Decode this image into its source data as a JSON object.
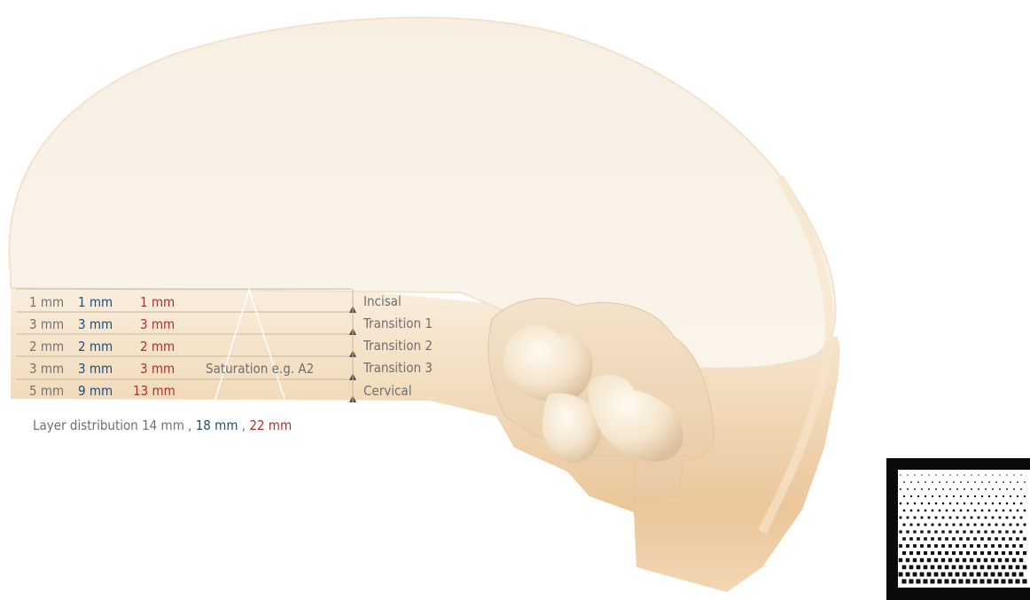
{
  "colors": {
    "disc_top": "#f8f1e6",
    "disc_side": "#ecc79b",
    "col_14": "#737373",
    "col_18": "#1e4e7c",
    "col_22": "#b0302c",
    "divider": "#cbb79c"
  },
  "layers": [
    {
      "grey": "1 mm",
      "blue": "1 mm",
      "red": "1 mm",
      "label": "Incisal"
    },
    {
      "grey": "3 mm",
      "blue": "3 mm",
      "red": "3 mm",
      "label": "Transition 1"
    },
    {
      "grey": "2 mm",
      "blue": "2 mm",
      "red": "2 mm",
      "label": "Transition 2"
    },
    {
      "grey": "3 mm",
      "blue": "3 mm",
      "red": "3 mm",
      "label": "Transition 3"
    },
    {
      "grey": "5 mm",
      "blue": "9 mm",
      "red": "13 mm",
      "label": "Cervical"
    }
  ],
  "saturation_label": "Saturation e.g. A2",
  "distribution": {
    "prefix": "Layer distribution ",
    "v1": "14 mm",
    "sep1": ", ",
    "v2": "18 mm",
    "sep2": ", ",
    "v3": "22 mm"
  },
  "icons": {
    "layer_marker": "up-triangle-icon",
    "halftone": "gradient-dot-pattern-icon",
    "restoration": "dental-bridge-icon"
  }
}
